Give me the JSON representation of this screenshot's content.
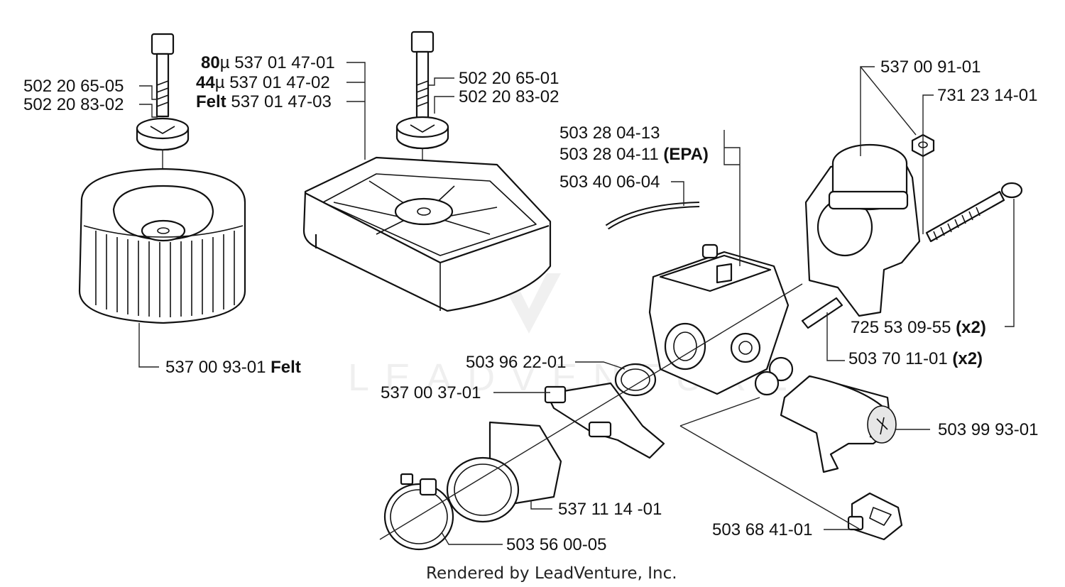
{
  "callouts": {
    "bolt_left": "502 20 65-05",
    "washer_left": "502 20 83-02",
    "filter_felt_left": {
      "part": "537 00 93-01",
      "suffix": "Felt"
    },
    "filter_80": {
      "prefix": "80",
      "unit": "µ",
      "part": "537 01 47-01"
    },
    "filter_44": {
      "prefix": "44",
      "unit": "µ",
      "part": "537 01 47-02"
    },
    "filter_felt": {
      "prefix": "Felt",
      "part": "537 01 47-03"
    },
    "bolt_mid": "502 20 65-01",
    "washer_mid": "502 20 83-02",
    "adapter_top": "537 00 91-01",
    "nut": "731 23 14-01",
    "carb_1": "503 28 04-13",
    "carb_2": {
      "part": "503 28 04-11",
      "suffix": "(EPA)"
    },
    "hose": "503 40 06-04",
    "screw": {
      "part": "725 53 09-55",
      "suffix": "(x2)"
    },
    "sleeve": {
      "part": "503 70 11-01",
      "suffix": "(x2)"
    },
    "oring": "503 96 22-01",
    "clamp": "537 00 37-01",
    "intake_boot": "537 11 14 -01",
    "hose_clamp": "503 56 00-05",
    "cylinder": "503 99 93-01",
    "grommet": "503 68 41-01"
  },
  "watermark": "LEADVENTURE",
  "footer": "Rendered by LeadVenture, Inc."
}
